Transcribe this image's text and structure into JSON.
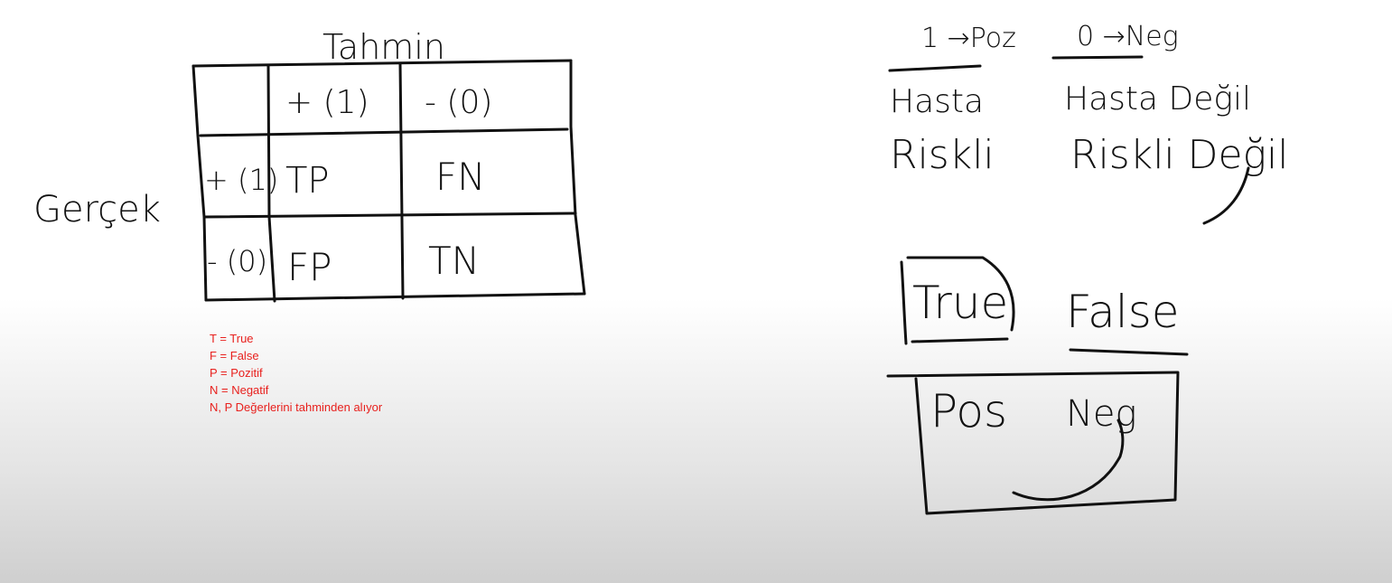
{
  "matrix": {
    "predicted_label": "Tahmin",
    "actual_label": "Gerçek",
    "col_positive": "+ (1)",
    "col_negative": "- (0)",
    "row_positive": "+ (1)",
    "row_negative": "- (0)",
    "tp": "TP",
    "fn": "FN",
    "fp": "FP",
    "tn": "TN"
  },
  "notes": [
    "T = True",
    "F = False",
    "P = Pozitif",
    "N = Negatif",
    "N, P Değerlerini tahminden alıyor"
  ],
  "mapping": {
    "one_to_pos": "1 →Poz",
    "zero_to_neg": "0 →Neg",
    "hasta": "Hasta",
    "hasta_degil": "Hasta Değil",
    "riskli": "Riskli",
    "riskli_degil": "Riskli Değil"
  },
  "truefalse": {
    "true_label": "True",
    "false_label": "False",
    "pos_label": "Pos",
    "neg_label": "Neg"
  },
  "colors": {
    "ink": "#111111",
    "note_red": "#e8201d"
  }
}
